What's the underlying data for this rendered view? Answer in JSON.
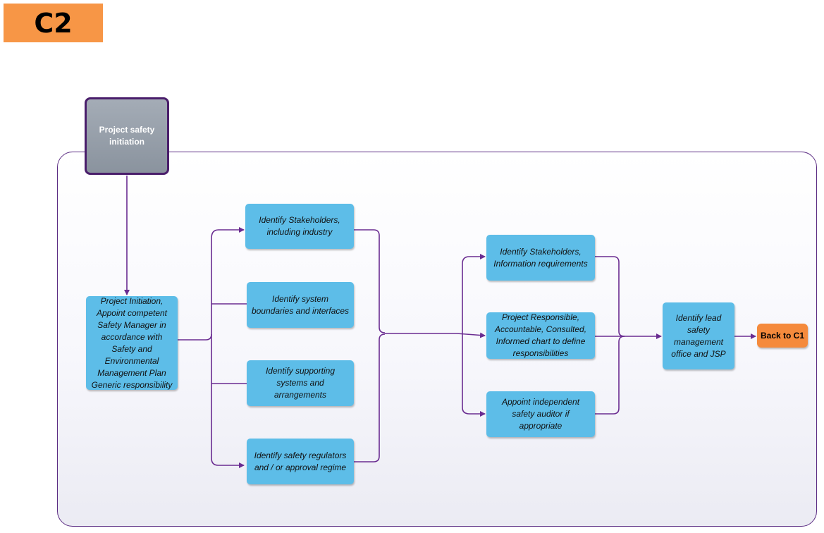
{
  "header": {
    "badge": "C2"
  },
  "diagram": {
    "start": "Project safety initiation",
    "project_initiation": "Project Initiation, Appoint competent Safety Manager in accordance with Safety and Environmental Management Plan Generic responsibility",
    "col2": [
      "Identify Stakeholders, including industry",
      "Identify system boundaries and interfaces",
      "Identify supporting systems and arrangements",
      "Identify safety regulators and / or approval regime"
    ],
    "col3": [
      "Identify Stakeholders, Information requirements",
      "Project Responsible, Accountable, Consulted, Informed chart to define responsibilities",
      "Appoint independent safety auditor if appropriate"
    ],
    "lead": "Identify lead safety management office and JSP",
    "back_button": "Back to C1"
  },
  "colors": {
    "badge": "#f79646",
    "process_box": "#5dbde8",
    "start_box": "#8a939e",
    "connector": "#6a2c91",
    "back_button": "#f58a3c"
  }
}
